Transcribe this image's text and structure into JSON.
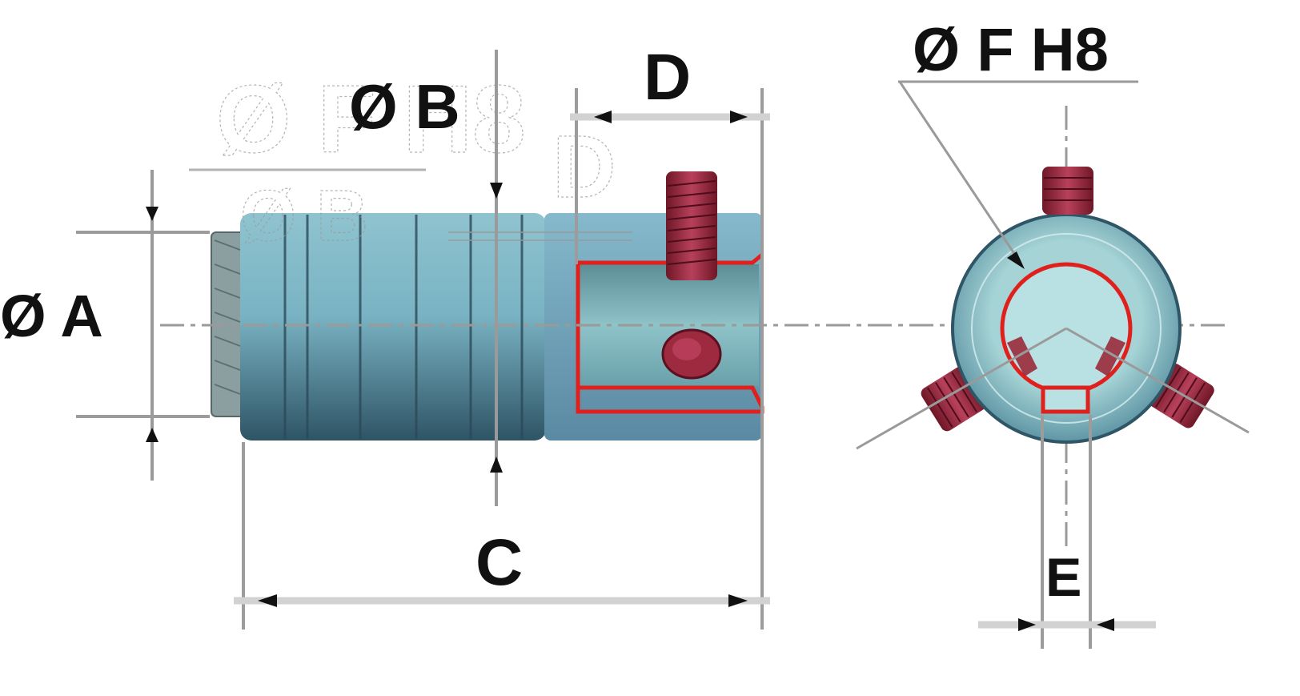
{
  "labels": {
    "dia_a": "Ø A",
    "dia_b": "Ø B",
    "len_c": "C",
    "len_d": "D",
    "width_e": "E",
    "dia_f": "Ø F H8"
  },
  "colors": {
    "body": "#7fb6c8",
    "body_dark": "#3f6d80",
    "section_outline": "#e0201c",
    "screw": "#9a2a3a",
    "dimension_line": "#d2d2d2",
    "text": "#111111"
  },
  "icons": {
    "arrow": "black-arrowhead"
  }
}
